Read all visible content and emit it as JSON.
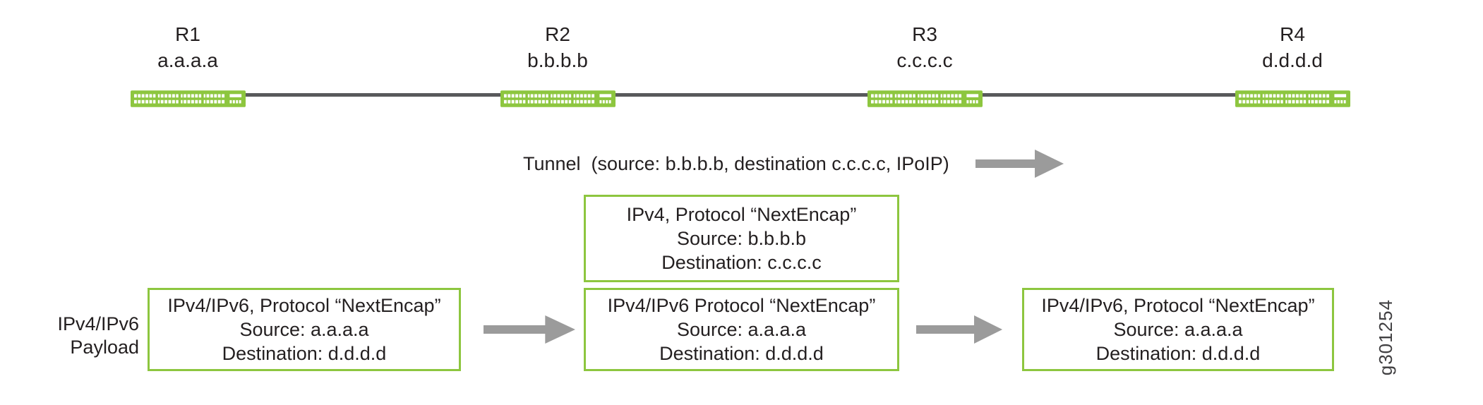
{
  "colors": {
    "accent_green": "#8DC63F",
    "arrow_gray": "#9B9B9B",
    "line_gray": "#58595B",
    "text_dark": "#231F20",
    "figid_gray": "#414042"
  },
  "routers": [
    {
      "name": "R1",
      "address": "a.a.a.a"
    },
    {
      "name": "R2",
      "address": "b.b.b.b"
    },
    {
      "name": "R3",
      "address": "c.c.c.c"
    },
    {
      "name": "R4",
      "address": "d.d.d.d"
    }
  ],
  "tunnel": {
    "label": "Tunnel  (source: b.b.b.b, destination c.c.c.c, IPoIP)"
  },
  "payload_label": {
    "line1": "IPv4/IPv6",
    "line2": "Payload"
  },
  "boxes": {
    "tunnel_header": [
      "IPv4, Protocol “NextEncap”",
      "Source: b.b.b.b",
      "Destination: c.c.c.c"
    ],
    "payload_at_r1": [
      "IPv4/IPv6, Protocol “NextEncap”",
      "Source: a.a.a.a",
      "Destination: d.d.d.d"
    ],
    "payload_at_r2": [
      "IPv4/IPv6 Protocol “NextEncap”",
      "Source: a.a.a.a",
      "Destination: d.d.d.d"
    ],
    "payload_at_r4": [
      "IPv4/IPv6, Protocol “NextEncap”",
      "Source: a.a.a.a",
      "Destination: d.d.d.d"
    ]
  },
  "figure_id": "g301254"
}
